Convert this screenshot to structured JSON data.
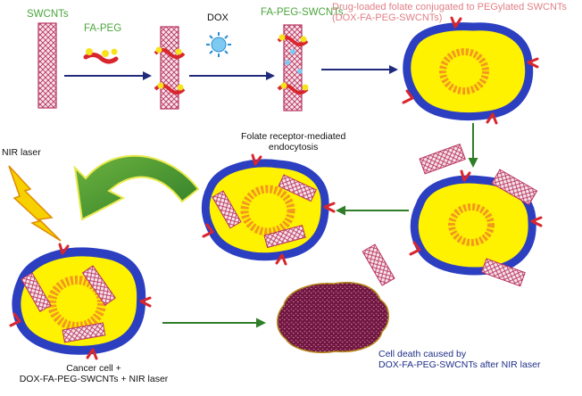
{
  "labels": {
    "swcnts": "SWCNTs",
    "fa_peg": "FA-PEG",
    "dox": "DOX",
    "fa_peg_swcnts": "FA-PEG-SWCNTs",
    "drug_loaded_line1": "Drug-loaded folate conjugated to PEGylated SWCNTs",
    "drug_loaded_line2": "(DOX-FA-PEG-SWCNTs)",
    "endocytosis_line1": "Folate receptor-mediated",
    "endocytosis_line2": "endocytosis",
    "nir_laser": "NIR laser",
    "cancer_cell_line1": "Cancer cell +",
    "cancer_cell_line2": "DOX-FA-PEG-SWCNTs + NIR laser",
    "cell_death_line1": "Cell death caused by",
    "cell_death_line2": "DOX-FA-PEG-SWCNTs after NIR laser"
  },
  "colors": {
    "arrow_navy": "#1f2a7a",
    "arrow_green": "#2f7d28",
    "cytoplasm": "#fff200",
    "membrane": "#2c3fc0",
    "nucleus": "#f39a1e",
    "nanotube": "#b8335e",
    "receptor": "#d9262e",
    "dead_cell": "#7a1a46",
    "laser_bolt": "#f7d000",
    "curved_arrow": "#3f8f1f"
  }
}
